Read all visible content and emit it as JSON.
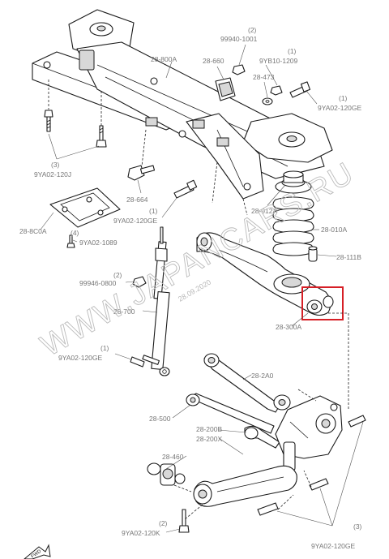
{
  "labels": {
    "crossmember": "28-800A",
    "b9994": "99940-1001",
    "qty_9994": "(2)",
    "b28660": "28-660",
    "b9yb10": "9YB10-1209",
    "qty_9yb10": "(1)",
    "b28473": "28-473",
    "b9ya_top_right": "9YA02-120GE",
    "qty_9ya_top_right": "(1)",
    "b9ya_120j": "9YA02-120J",
    "qty_9ya_120j": "(3)",
    "b28664": "28-664",
    "b9ya_mid": "9YA02-120GE",
    "qty_9ya_mid": "(1)",
    "b28012": "28-012A",
    "b28010": "28-010A",
    "b28111": "28-111B",
    "b28c0a": "28-8C0A",
    "b9ya_1089": "9YA02-1089",
    "qty_9ya_1089": "(4)",
    "b99946": "99946-0800",
    "qty_99946": "(2)",
    "b28700": "28-700",
    "b28300": "28-300A",
    "b9ya_left": "9YA02-120GE",
    "qty_9ya_left": "(1)",
    "b282a0": "28-2A0",
    "b28500": "28-500",
    "b28200b": "28-200B",
    "b28200x": "28-200X",
    "b28460": "28-460",
    "b9ya_120k": "9YA02-120K",
    "qty_9ya_120k": "(2)",
    "b9ya_bottom_right": "9YA02-120GE",
    "qty_9ya_bottom_right": "(3)",
    "fwd": "FWD"
  },
  "watermark": "WWW.JAPANCARS.RU",
  "date_stamp": "28.09.2020",
  "colors": {
    "highlight": "#d61f26",
    "ink": "#1a1a1a",
    "label": "#777777"
  }
}
